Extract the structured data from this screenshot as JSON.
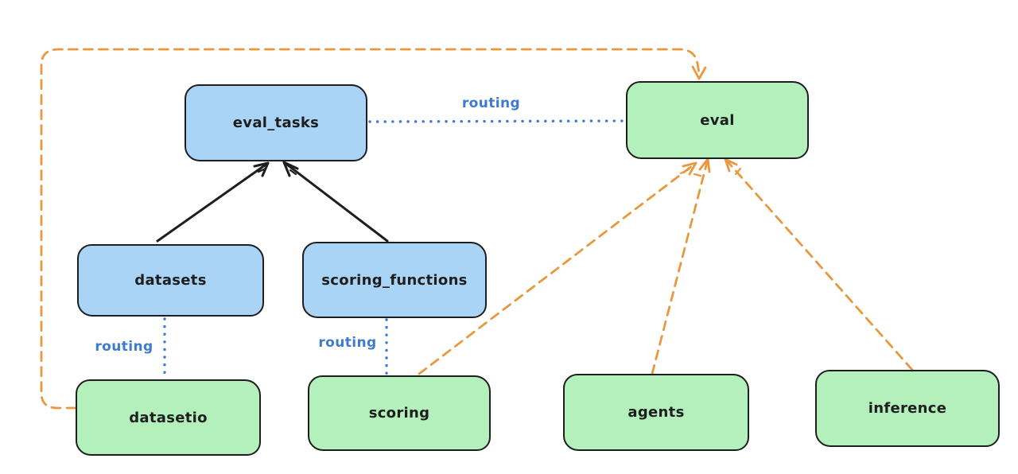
{
  "diagram": {
    "description": "hand-drawn architecture diagram of eval-related APIs and providers",
    "nodes": [
      {
        "id": "eval_tasks",
        "label": "eval_tasks",
        "fill": "blue"
      },
      {
        "id": "eval",
        "label": "eval",
        "fill": "green"
      },
      {
        "id": "datasets",
        "label": "datasets",
        "fill": "blue"
      },
      {
        "id": "scoring_functions",
        "label": "scoring_functions",
        "fill": "blue"
      },
      {
        "id": "datasetio",
        "label": "datasetio",
        "fill": "green"
      },
      {
        "id": "scoring",
        "label": "scoring",
        "fill": "green"
      },
      {
        "id": "agents",
        "label": "agents",
        "fill": "green"
      },
      {
        "id": "inference",
        "label": "inference",
        "fill": "green"
      }
    ],
    "edge_labels": [
      {
        "id": "routing-eval_tasks-eval",
        "label": "routing"
      },
      {
        "id": "routing-datasets-datasetio",
        "label": "routing"
      },
      {
        "id": "routing-scoring_functions-scoring",
        "label": "routing"
      }
    ],
    "edges": [
      {
        "from": "datasets",
        "to": "eval_tasks",
        "style": "solid",
        "color": "black",
        "arrowhead": true
      },
      {
        "from": "scoring_functions",
        "to": "eval_tasks",
        "style": "solid",
        "color": "black",
        "arrowhead": true
      },
      {
        "from": "eval_tasks",
        "to": "eval",
        "style": "dotted",
        "color": "blue",
        "arrowhead": false,
        "label": "routing"
      },
      {
        "from": "datasets",
        "to": "datasetio",
        "style": "dotted",
        "color": "blue",
        "arrowhead": false,
        "label": "routing"
      },
      {
        "from": "scoring_functions",
        "to": "scoring",
        "style": "dotted",
        "color": "blue",
        "arrowhead": false,
        "label": "routing"
      },
      {
        "from": "datasetio",
        "to": "eval",
        "style": "dashed",
        "color": "orange",
        "arrowhead": true,
        "route": "around-left-and-top"
      },
      {
        "from": "scoring",
        "to": "eval",
        "style": "dashed",
        "color": "orange",
        "arrowhead": true
      },
      {
        "from": "agents",
        "to": "eval",
        "style": "dashed",
        "color": "orange",
        "arrowhead": true
      },
      {
        "from": "inference",
        "to": "eval",
        "style": "dashed",
        "color": "orange",
        "arrowhead": true
      }
    ],
    "colors": {
      "background": "#ffffff",
      "stroke": "#1e1e1e",
      "blue_fill": "#a9d4f5",
      "green_fill": "#b3f0bc",
      "blue_line": "#3d7bce",
      "orange_line": "#e8983e"
    }
  }
}
